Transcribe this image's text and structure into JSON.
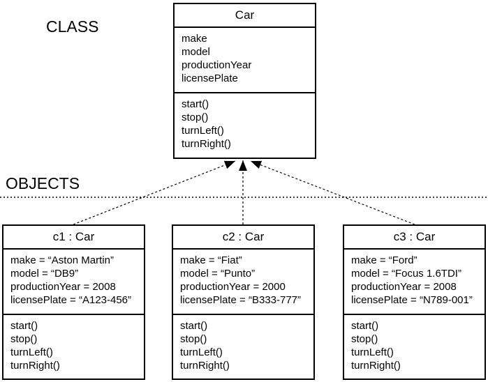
{
  "labels": {
    "class_section": "CLASS",
    "objects_section": "OBJECTS"
  },
  "class_box": {
    "title": "Car",
    "attributes": [
      "make",
      "model",
      "productionYear",
      "licensePlate"
    ],
    "methods": [
      "start()",
      "stop()",
      "turnLeft()",
      "turnRight()"
    ]
  },
  "objects": [
    {
      "title": "c1 : Car",
      "attributes": [
        "make = “Aston Martin”",
        "model = “DB9”",
        "productionYear = 2008",
        "licensePlate = “A123-456”"
      ],
      "methods": [
        "start()",
        "stop()",
        "turnLeft()",
        "turnRight()"
      ]
    },
    {
      "title": "c2 : Car",
      "attributes": [
        "make = “Fiat”",
        "model = “Punto”",
        "productionYear = 2000",
        "licensePlate = “B333-777”"
      ],
      "methods": [
        "start()",
        "stop()",
        "turnLeft()",
        "turnRight()"
      ]
    },
    {
      "title": "c3 : Car",
      "attributes": [
        "make = “Ford”",
        "model = “Focus 1.6TDI”",
        "productionYear = 2008",
        "licensePlate = “N789-001”"
      ],
      "methods": [
        "start()",
        "stop()",
        "turnLeft()",
        "turnRight()"
      ]
    }
  ],
  "relationships": [
    {
      "from": "c1 : Car",
      "to": "Car",
      "style": "dashed-arrow"
    },
    {
      "from": "c2 : Car",
      "to": "Car",
      "style": "dashed-arrow"
    },
    {
      "from": "c3 : Car",
      "to": "Car",
      "style": "dashed-arrow"
    }
  ],
  "colors": {
    "line": "#000000",
    "background": "#ffffff",
    "text": "#000000"
  }
}
